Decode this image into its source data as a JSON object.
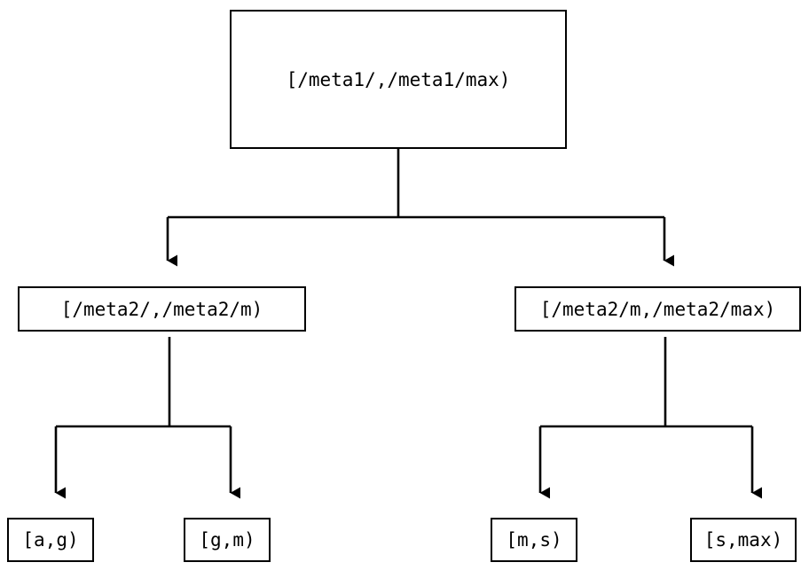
{
  "diagram": {
    "type": "tree",
    "title": "",
    "background_color": "#ffffff",
    "stroke_color": "#000000",
    "fill_color": "#ffffff",
    "nodes": {
      "root": {
        "label": "[/meta1/,/meta1/max)"
      },
      "mid_left": {
        "label": "[/meta2/,/meta2/m)"
      },
      "mid_right": {
        "label": "[/meta2/m,/meta2/max)"
      },
      "leaf_1": {
        "label": "[a,g)"
      },
      "leaf_2": {
        "label": "[g,m)"
      },
      "leaf_3": {
        "label": "[m,s)"
      },
      "leaf_4": {
        "label": "[s,max)"
      }
    },
    "edges": [
      {
        "from": "root",
        "to": "mid_left",
        "arrowhead": "filled-triangle"
      },
      {
        "from": "root",
        "to": "mid_right",
        "arrowhead": "filled-triangle"
      },
      {
        "from": "mid_left",
        "to": "leaf_1",
        "arrowhead": "filled-triangle"
      },
      {
        "from": "mid_left",
        "to": "leaf_2",
        "arrowhead": "filled-triangle"
      },
      {
        "from": "mid_right",
        "to": "leaf_3",
        "arrowhead": "filled-triangle"
      },
      {
        "from": "mid_right",
        "to": "leaf_4",
        "arrowhead": "filled-triangle"
      }
    ]
  }
}
